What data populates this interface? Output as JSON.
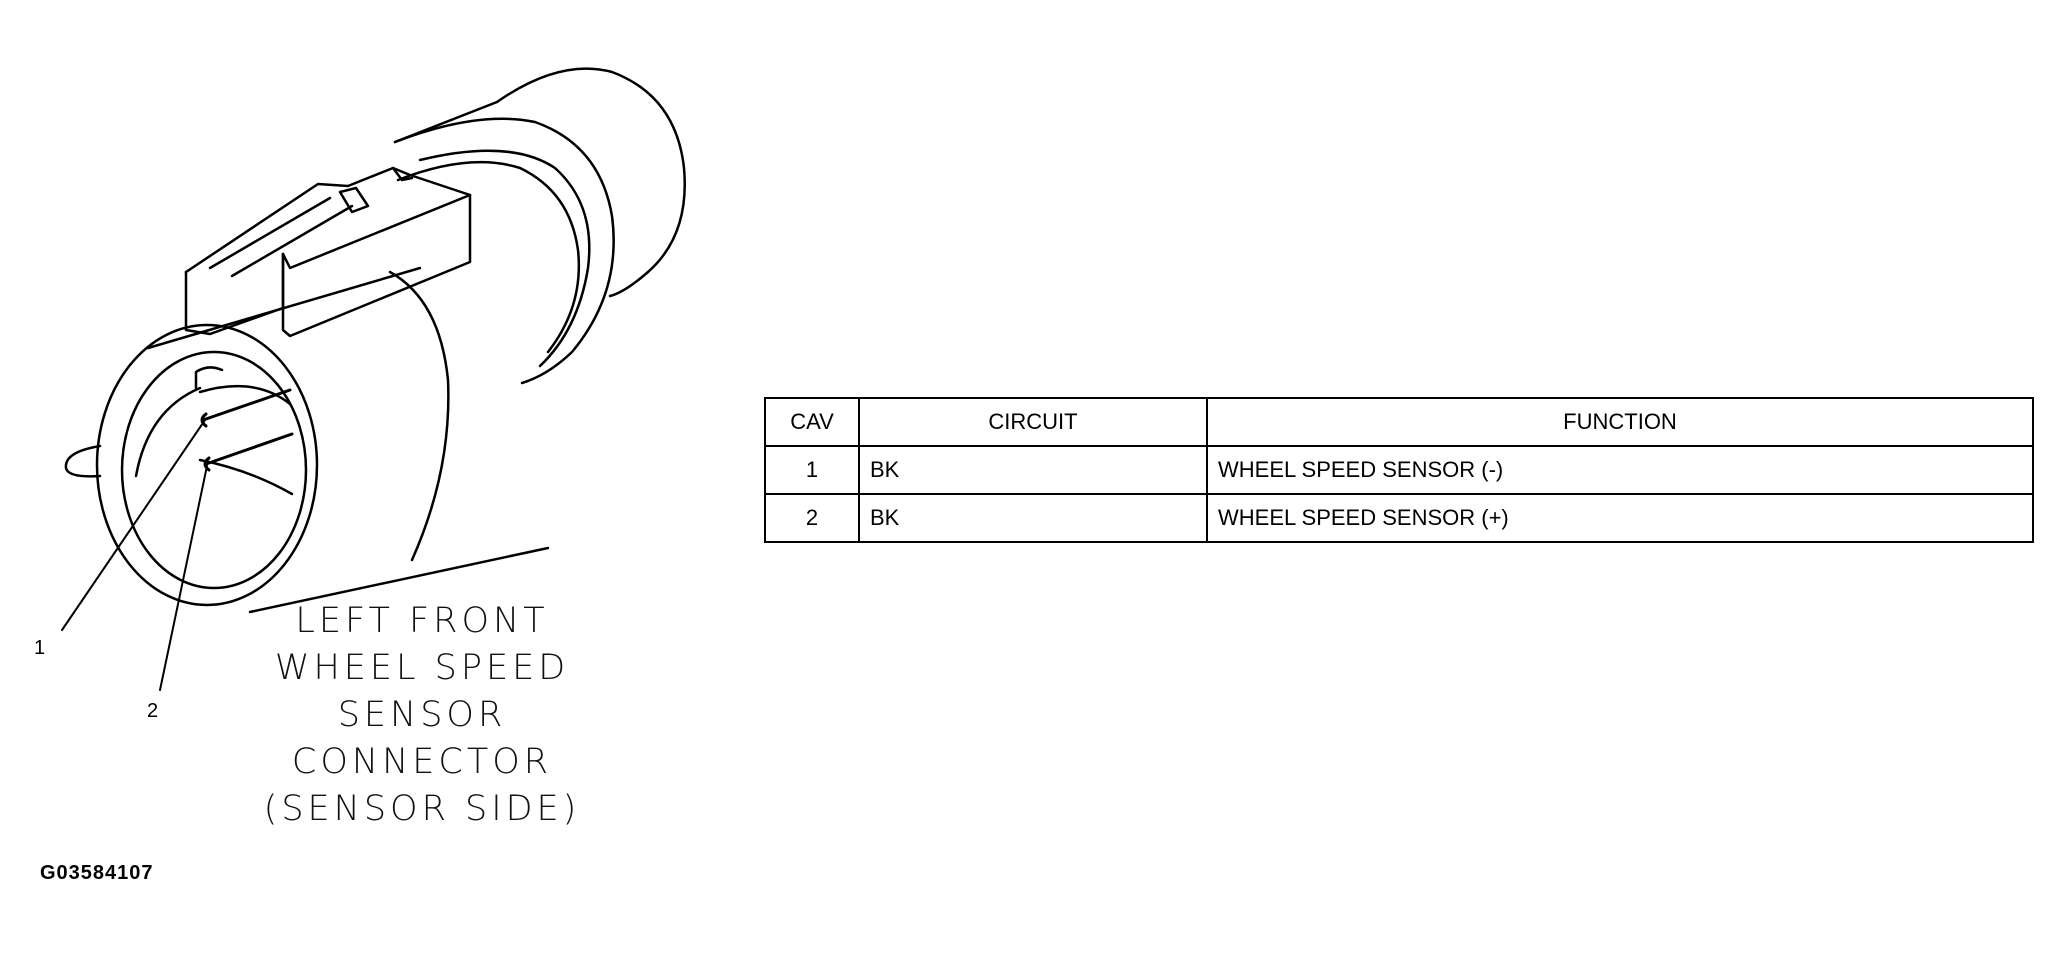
{
  "diagram": {
    "pin_labels": [
      "1",
      "2"
    ],
    "caption_lines": [
      "LEFT FRONT",
      "WHEEL SPEED",
      "SENSOR",
      "CONNECTOR",
      "(SENSOR SIDE)"
    ],
    "figure_id": "G03584107"
  },
  "table": {
    "headers": {
      "cav": "CAV",
      "circuit": "CIRCUIT",
      "function": "FUNCTION"
    },
    "rows": [
      {
        "cav": "1",
        "circuit": "BK",
        "function": "WHEEL SPEED SENSOR (-)"
      },
      {
        "cav": "2",
        "circuit": "BK",
        "function": "WHEEL SPEED SENSOR (+)"
      }
    ]
  }
}
